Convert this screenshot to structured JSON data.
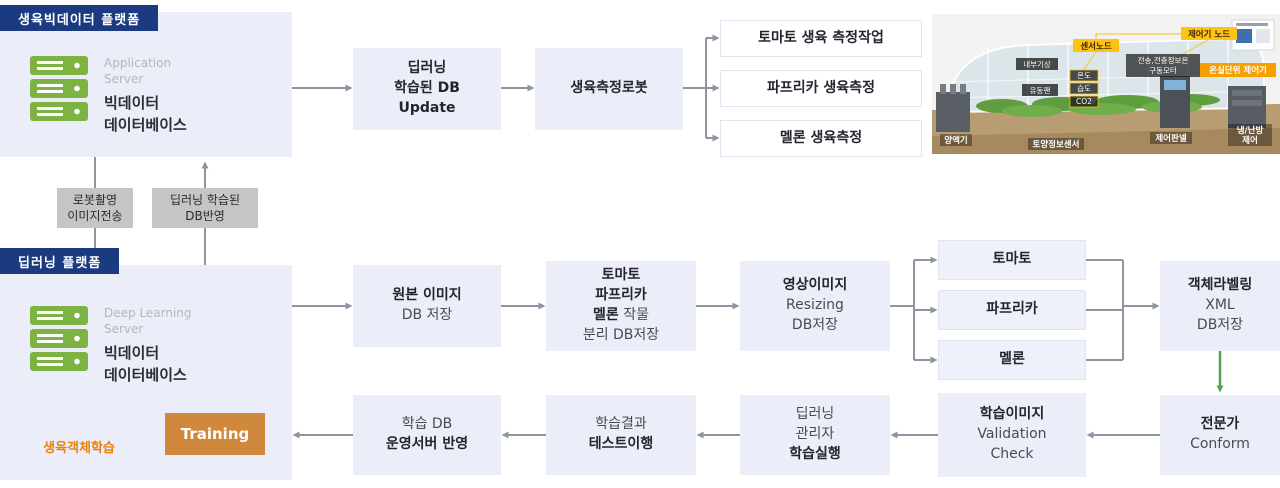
{
  "colors": {
    "badge_navy": "#1b3a80",
    "panel_lavender": "#ebeef8",
    "training_orange": "#d0883c",
    "server_green": "#7cb342",
    "arrow_gray": "#8f95a0",
    "arrow_green": "#56a15a",
    "arrow_dark": "#4d5662",
    "label_yellow": "#ffc215",
    "label_orange": "#f59f00",
    "note_orange": "#e8820c"
  },
  "top": {
    "badge": "생육빅데이터 플랫폼",
    "server": {
      "subtitle1": "Application",
      "subtitle2": "Server",
      "title1": "빅데이터",
      "title2": "데이터베이스"
    },
    "db_update": {
      "l1": "딥러닝",
      "l2": "학습된 DB",
      "l3": "Update"
    },
    "robot": "생육측정로봇",
    "tasks": [
      "토마토 생육 측정작업",
      "파프리카 생육측정",
      "멜론 생육측정"
    ],
    "greenhouse": {
      "sensor_node": "센서노드",
      "controller_node": "제어기 노드",
      "unit_controller": "온실단위 제어기",
      "indoor_weather": "내부기상",
      "motor_l1": "전송,전충정보은",
      "motor_l2": "구동모터",
      "fan": "유동팬",
      "temp": "온도",
      "humidity": "습도",
      "co2": "CO2",
      "nutrient": "양액기",
      "soil_sensor": "토양정보센서",
      "control_panel": "제어판넬",
      "hvac_l1": "냉/난방",
      "hvac_l2": "제어"
    }
  },
  "connector": {
    "down_l1": "로봇촬영",
    "down_l2": "이미지전송",
    "up_l1": "딥러닝 학습된",
    "up_l2": "DB반영"
  },
  "bottom": {
    "badge": "딥러닝 플랫폼",
    "server": {
      "subtitle1": "Deep Learning",
      "subtitle2": "Server",
      "title1": "빅데이터",
      "title2": "데이터베이스"
    },
    "training": "Training",
    "training_note": "생육객체학습",
    "original": {
      "l1": "원본 이미지",
      "l2": "DB 저장"
    },
    "split": {
      "l1": "토마토",
      "l2": "파프리카",
      "l3a": "멜론",
      "l3b": " 작물",
      "l4": "분리 DB저장"
    },
    "resizing": {
      "l1": "영상이미지",
      "l2": "Resizing",
      "l3": "DB저장"
    },
    "crops": [
      "토마토",
      "파프리카",
      "멜론"
    ],
    "labeling": {
      "l1": "객체라벨링",
      "l2": "XML",
      "l3": "DB저장"
    },
    "expert": {
      "l1": "전문가",
      "l2": "Conform"
    },
    "validation": {
      "l1": "학습이미지",
      "l2": "Validation",
      "l3": "Check"
    },
    "admin": {
      "l1": "딥러닝",
      "l2": "관리자",
      "l3": "학습실행"
    },
    "test": {
      "l1": "학습결과",
      "l2": "테스트이행"
    },
    "deploy": {
      "l1": "학습 DB",
      "l2": "운영서버 반영"
    }
  }
}
